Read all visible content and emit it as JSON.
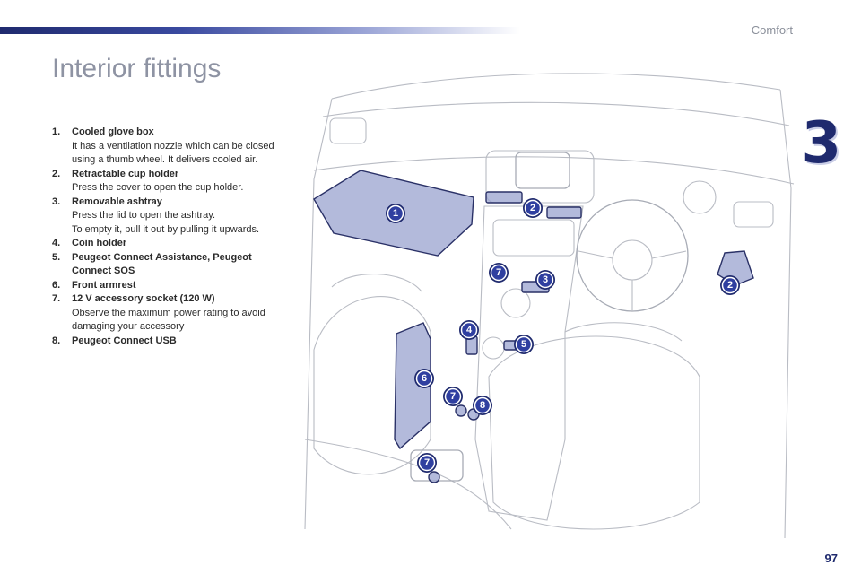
{
  "header": {
    "section": "Comfort",
    "chapter": "3"
  },
  "title": "Interior fittings",
  "items": [
    {
      "number": "1.",
      "label": "Cooled glove box",
      "description": "It has a ventilation nozzle which can be closed using a thumb wheel. It delivers cooled air."
    },
    {
      "number": "2.",
      "label": "Retractable cup holder",
      "description": "Press the cover to open the cup holder."
    },
    {
      "number": "3.",
      "label": "Removable ashtray",
      "description": "Press the lid to open the ashtray.",
      "description2": "To empty it, pull it out by pulling it upwards."
    },
    {
      "number": "4.",
      "label": "Coin holder"
    },
    {
      "number": "5.",
      "label": "Peugeot Connect Assistance, Peugeot Connect SOS"
    },
    {
      "number": "6.",
      "label": "Front armrest"
    },
    {
      "number": "7.",
      "label": "12 V accessory socket (120 W)",
      "description": "Observe the maximum power rating to avoid damaging your accessory"
    },
    {
      "number": "8.",
      "label": "Peugeot Connect USB"
    }
  ],
  "callouts": [
    "1",
    "2",
    "2",
    "3",
    "4",
    "5",
    "6",
    "7",
    "7",
    "7",
    "8"
  ],
  "page_number": "97",
  "colors": {
    "accent": "#1f2a6e",
    "highlight": "#9aa3cf",
    "title": "#8e93a3"
  }
}
